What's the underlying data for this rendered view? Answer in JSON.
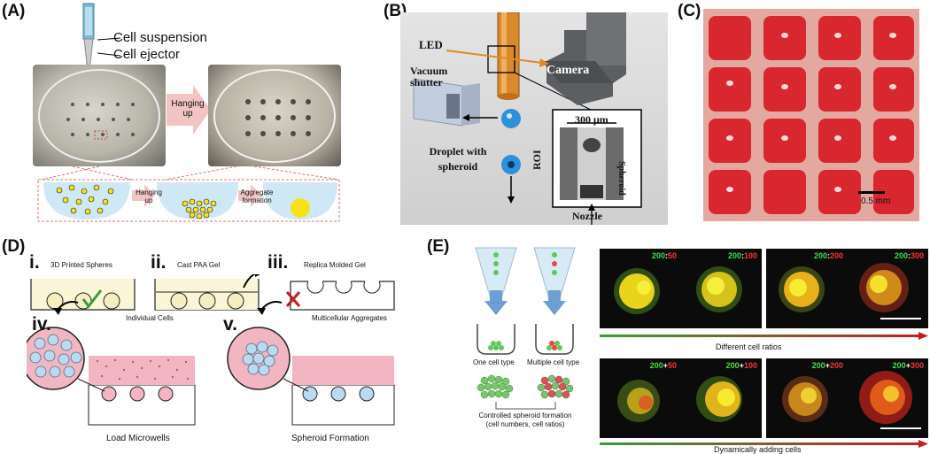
{
  "panels": {
    "A": {
      "letter": "(A)",
      "cell_suspension": "Cell suspension",
      "cell_ejector": "Cell ejector",
      "hanging_up_top": "Hanging up",
      "hanging_up_bottom": "Hanging up",
      "aggregate_formation": "Aggregate formation"
    },
    "B": {
      "letter": "(B)",
      "led": "LED",
      "camera": "Camera",
      "vacuum_shutter": "Vacuum shutter",
      "droplet": "Droplet with spheroid",
      "roi": "ROI",
      "scale": "300 μm",
      "spheroid": "Spheroid",
      "nozzle": "Nozzle"
    },
    "C": {
      "letter": "(C)",
      "scale": "0.5 mm"
    },
    "D": {
      "letter": "(D)",
      "step_i_num": "i.",
      "step_i": "3D Printed Spheres",
      "step_ii_num": "ii.",
      "step_ii": "Cast PAA Gel",
      "step_iii_num": "iii.",
      "step_iii": "Replica Molded Gel",
      "step_iv_num": "iv.",
      "step_iv": "Individual Cells",
      "step_v_num": "v.",
      "step_v": "Multicellular Aggregates",
      "load": "Load Microwells",
      "spheroid_formation": "Spheroid Formation"
    },
    "E": {
      "letter": "(E)",
      "one_type": "One cell type",
      "multi_type": "Multiple cell type",
      "controlled": "Controlled spheroid formation",
      "controlled_sub": "(cell numbers, cell ratios)",
      "different_ratios": "Different cell ratios",
      "dynamic": "Dynamically adding cells",
      "row1": [
        {
          "green": "200",
          "sep": ":",
          "red": "50"
        },
        {
          "green": "200",
          "sep": ":",
          "red": "100"
        },
        {
          "green": "200",
          "sep": ":",
          "red": "200"
        },
        {
          "green": "200",
          "sep": ":",
          "red": "300"
        }
      ],
      "row2": [
        {
          "green": "200",
          "sep": "+",
          "red": "50"
        },
        {
          "green": "200",
          "sep": "+",
          "red": "100"
        },
        {
          "green": "200",
          "sep": "+",
          "red": "200"
        },
        {
          "green": "200",
          "sep": "+",
          "red": "300"
        }
      ]
    }
  },
  "colors": {
    "pink_arrow": "#f2c4c4",
    "well_red": "#d8272e",
    "light_blue": "#cfe8f5",
    "yellow_cell": "#f7e21a",
    "green_check": "#3a9b3a",
    "red_x": "#c02020"
  }
}
